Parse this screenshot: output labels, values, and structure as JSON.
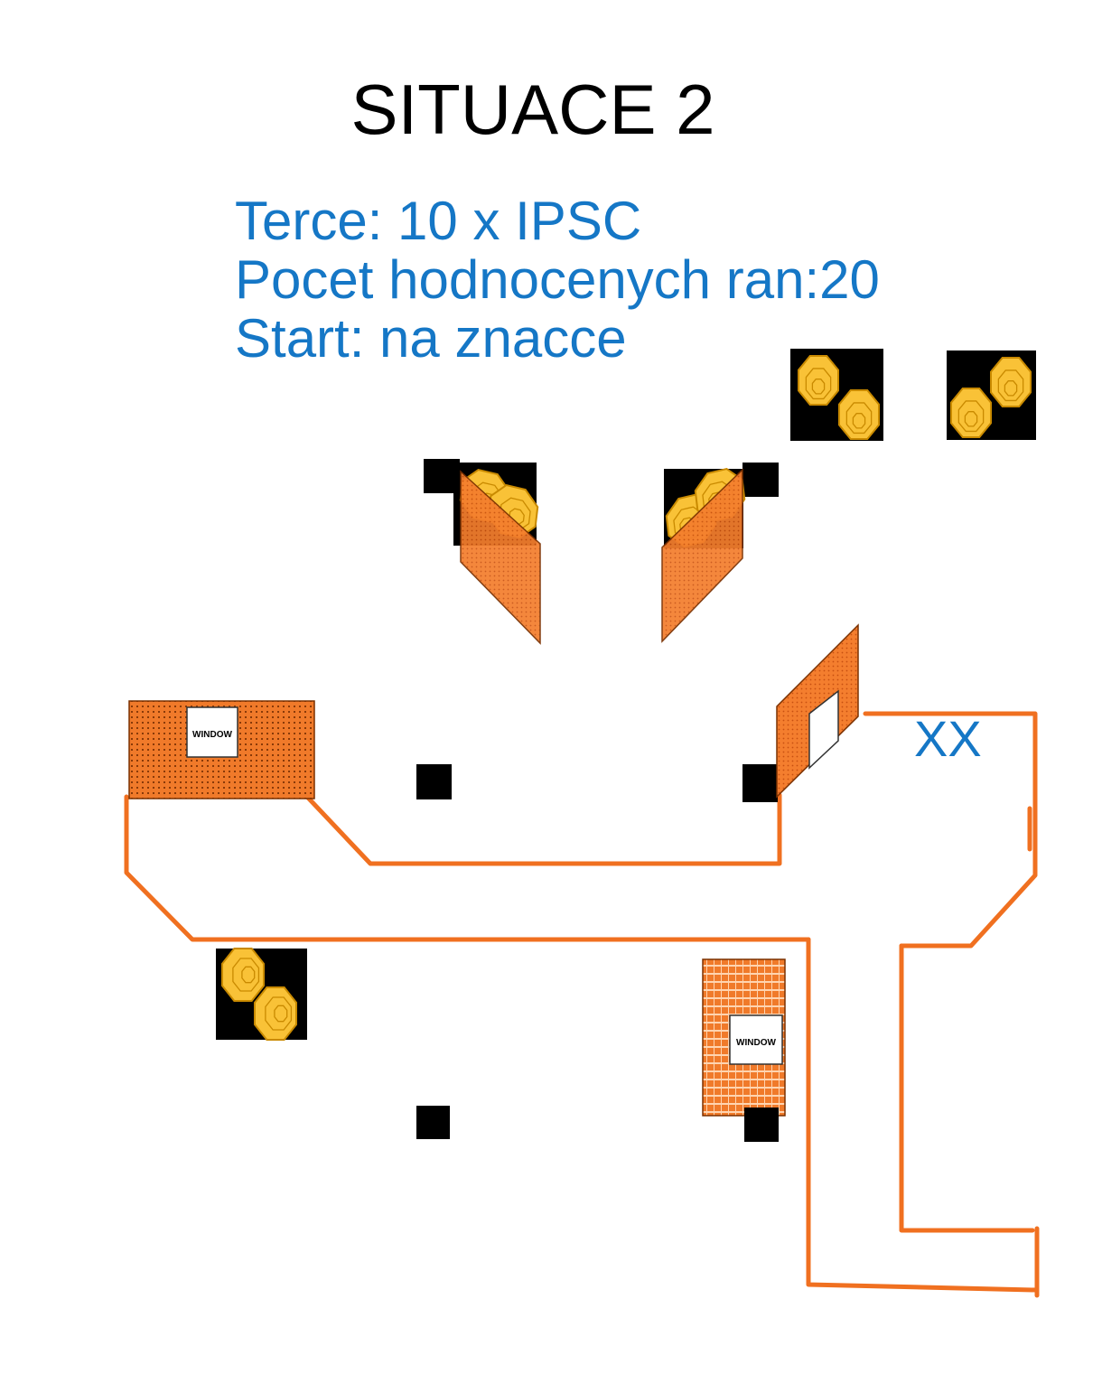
{
  "title": "SITUACE 2",
  "info": {
    "targets": "Terce: 10 x IPSC",
    "scored_hits": "Pocet hodnocenych ran:20",
    "start": "Start: na znacce"
  },
  "start_mark": "XX",
  "window_label": "WINDOW",
  "colors": {
    "info_text": "#1577c6",
    "wall": "#f07020",
    "panel": "#f07a2a",
    "target_fill": "#f9c237",
    "target_stroke": "#c98a00",
    "block": "#000000"
  }
}
